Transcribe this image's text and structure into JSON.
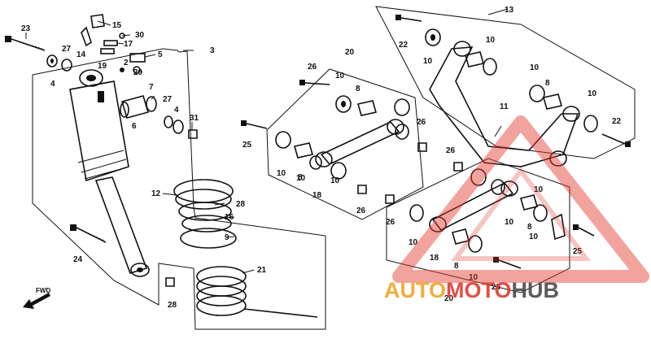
{
  "diagram": {
    "watermark": {
      "part1": "AUTO",
      "part2": "MOTO",
      "part3": "HUB",
      "color1": "#f0a52a",
      "color2": "#e23b2f",
      "color3": "#4a4a4a"
    },
    "fwd_label": "FWD",
    "callouts": [
      "23",
      "15",
      "30",
      "17",
      "14",
      "19",
      "5",
      "2",
      "29",
      "3",
      "27",
      "4",
      "7",
      "27",
      "4",
      "6",
      "31",
      "12",
      "28",
      "16",
      "9",
      "21",
      "24",
      "28",
      "26",
      "20",
      "10",
      "8",
      "10",
      "25",
      "10",
      "8",
      "18",
      "10",
      "26",
      "26",
      "13",
      "22",
      "10",
      "10",
      "10",
      "8",
      "10",
      "11",
      "22",
      "26",
      "26",
      "10",
      "8",
      "10",
      "10",
      "18",
      "10",
      "8",
      "10",
      "25",
      "25",
      "20"
    ]
  }
}
